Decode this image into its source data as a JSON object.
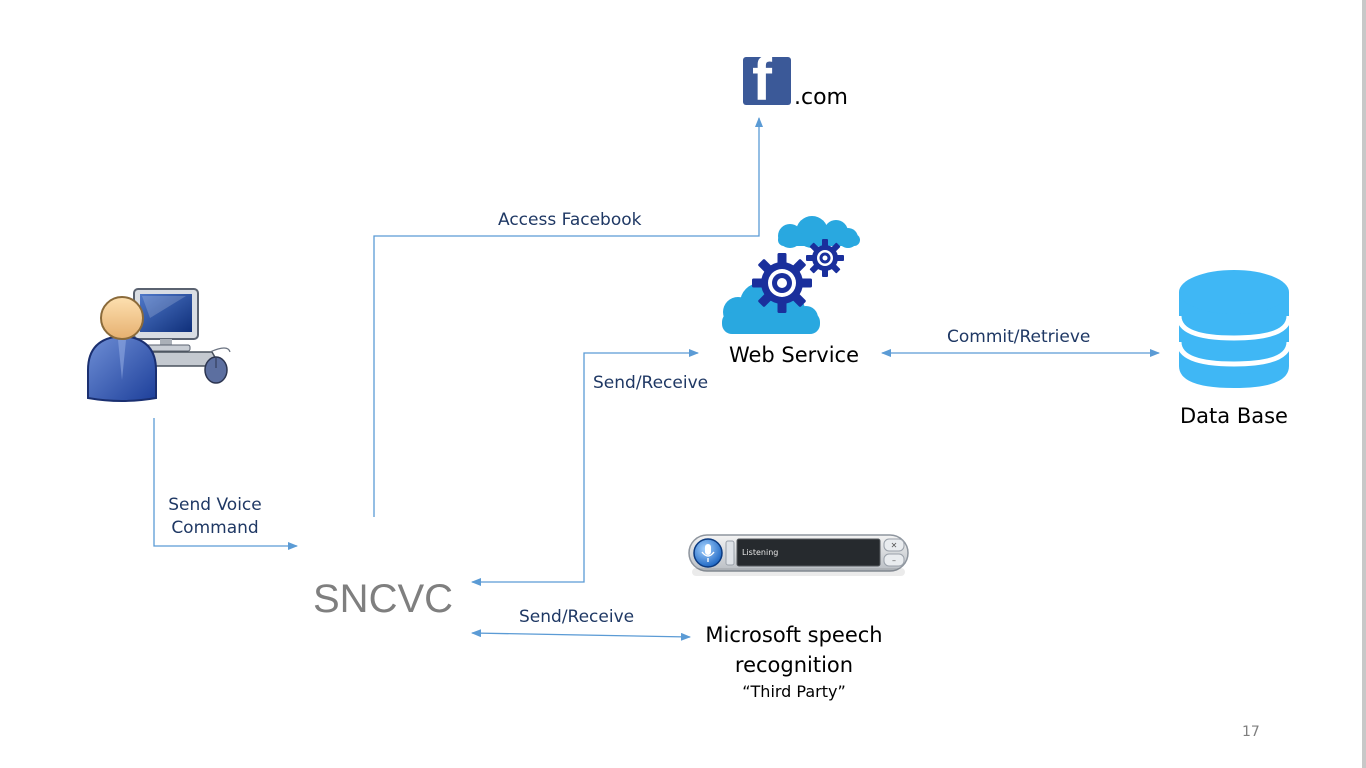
{
  "nodes": {
    "facebook": {
      "logo_letter": "f",
      "suffix": ".com"
    },
    "web_service": {
      "label": "Web Service"
    },
    "database": {
      "label": "Data Base"
    },
    "sncvc": {
      "label": "SNCVC"
    },
    "speech": {
      "label_line1": "Microsoft speech",
      "label_line2": "recognition",
      "sublabel": "“Third Party”",
      "bar_text": "Listening"
    }
  },
  "edges": {
    "voice": {
      "line1": "Send Voice",
      "line2": "Command"
    },
    "facebook": {
      "label": "Access Facebook"
    },
    "web_service": {
      "label": "Send/Receive"
    },
    "database": {
      "label": "Commit/Retrieve"
    },
    "speech": {
      "label": "Send/Receive"
    }
  },
  "slide_number": "17",
  "colors": {
    "arrow": "#5b9bd5",
    "label_text": "#1f3864",
    "facebook_blue": "#3b5998",
    "gear_blue": "#1a2f9c",
    "cloud_blue": "#29a8e0",
    "db_blue": "#3fb7f5",
    "sncvc_gray": "#7f7f7f"
  }
}
